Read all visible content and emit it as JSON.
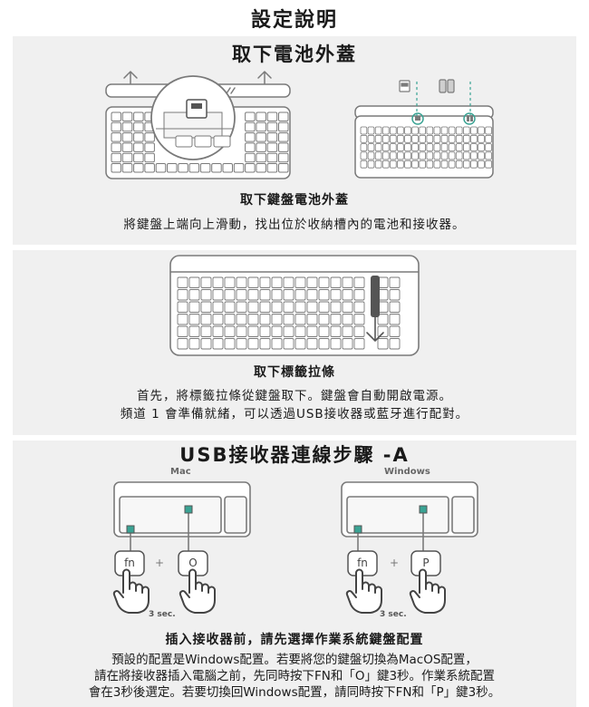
{
  "page_title": "設定說明",
  "section1": {
    "heading": "取下電池外蓋",
    "caption_title": "取下鍵盤電池外蓋",
    "caption_text": "將鍵盤上端向上滑動，找出位於收納槽內的電池和接收器。"
  },
  "section2": {
    "caption_title": "取下標籤拉條",
    "caption_lines": [
      "首先，將標籤拉條從鍵盤取下。鍵盤會自動開啟電源。",
      "頻道 1 會準備就緒，可以透過USB接收器或藍牙進行配對。"
    ]
  },
  "section3": {
    "heading": "USB接收器連線步驟 -A",
    "mac_label": "Mac",
    "windows_label": "Windows",
    "mac_key1": "fn",
    "mac_key2": "O",
    "win_key1": "fn",
    "win_key2": "P",
    "plus": "+",
    "sec_label": "3 sec.",
    "caption_title": "插入接收器前，請先選擇作業系統鍵盤配置",
    "caption_lines": [
      "預設的配置是Windows配置。若要將您的鍵盤切換為MacOS配置，",
      "請在將接收器插入電腦之前，先同時按下FN和「O」鍵3秒。作業系統配置",
      "會在3秒後選定。若要切換回Windows配置，請同時按下FN和「P」鍵3秒。"
    ]
  },
  "colors": {
    "panel_bg": "#f0f0f0",
    "line": "#7a7a7a",
    "accent_teal": "#3aa394",
    "dark_tab": "#555555"
  }
}
